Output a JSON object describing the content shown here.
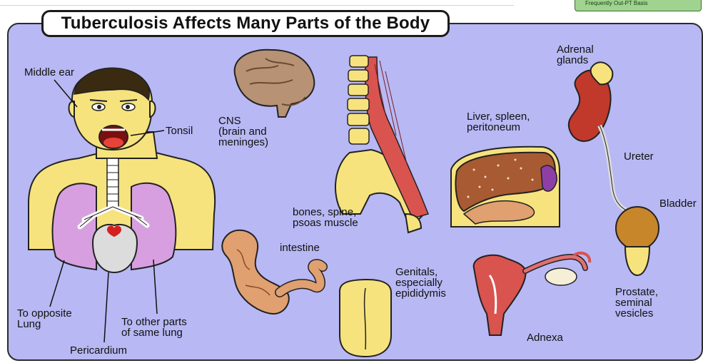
{
  "corner_note": "Frequently Out-PT Basis",
  "title": "Tuberculosis Affects Many Parts of the Body",
  "labels": {
    "middle_ear": "Middle ear",
    "tonsil": "Tonsil",
    "to_opposite_lung": "To opposite\nLung",
    "pericardium": "Pericardium",
    "to_other_parts": "To other parts\nof same lung",
    "cns": "CNS\n(brain and\nmeninges)",
    "bones": "bones, spine,\npsoas muscle",
    "intestine": "intestine",
    "liver": "Liver, spleen,\nperitoneum",
    "adrenal": "Adrenal\nglands",
    "ureter": "Ureter",
    "bladder": "Bladder",
    "genitals": "Genitals,\nespecially\nepididymis",
    "prostate": "Prostate,\nseminal\nvesicles",
    "adnexa": "Adnexa"
  },
  "colors": {
    "panel": "#b8b8f4",
    "skin": "#f6e37d",
    "lung": "#d79fe0",
    "pericardium": "#dcdcdc",
    "brain": "#b89274",
    "muscle": "#d9534f",
    "liver": "#a85a32",
    "kidney": "#c0392b",
    "bladder": "#c8862b",
    "intestine": "#e0a070"
  }
}
